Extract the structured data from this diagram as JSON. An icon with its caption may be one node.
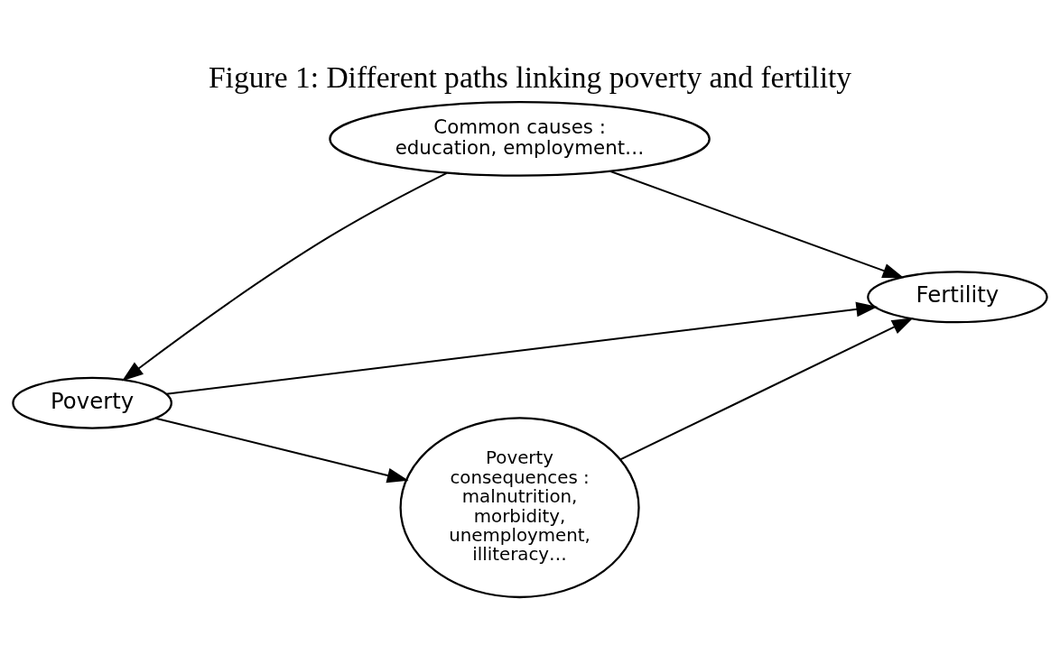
{
  "diagram": {
    "title": "Figure 1: Different paths linking poverty and fertility",
    "nodes": [
      {
        "text": [
          "Common causes : education, employment…"
        ]
      },
      {
        "text": [
          "Poverty"
        ]
      },
      {
        "text": [
          "Fertility"
        ]
      },
      {
        "text": [
          "Poverty consequences : malnutrition, morbidity, unemployment, illiteracy…"
        ]
      }
    ],
    "edges": [
      {
        "from": 0,
        "to": 1,
        "arrow": "to"
      },
      {
        "from": 0,
        "to": 2,
        "arrow": "to"
      },
      {
        "from": 1,
        "to": 2,
        "arrow": "to"
      },
      {
        "from": 1,
        "to": 3,
        "arrow": "to"
      },
      {
        "from": 3,
        "to": 2,
        "arrow": "to"
      }
    ]
  }
}
